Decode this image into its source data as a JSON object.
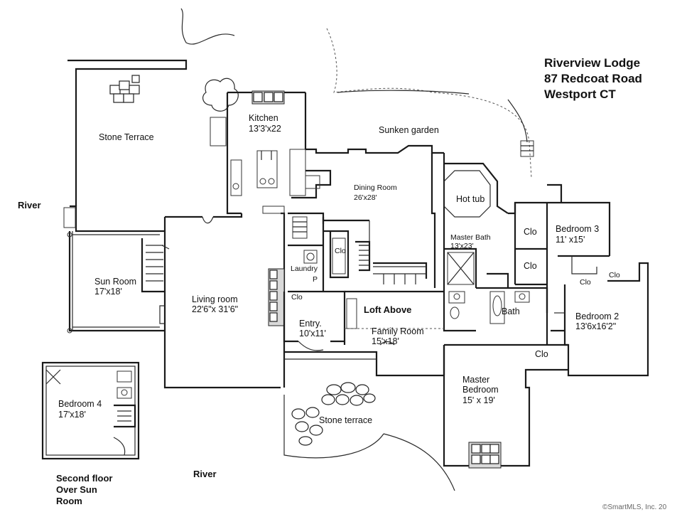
{
  "header": {
    "line1": "Riverview Lodge",
    "line2": "87 Redcoat Road",
    "line3": "Westport CT"
  },
  "outdoor": {
    "stone_terrace": "Stone Terrace",
    "sunken_garden": "Sunken garden",
    "stone_terrace_lower": "Stone terrace",
    "river_left": "River",
    "river_bottom": "River"
  },
  "rooms": {
    "kitchen": {
      "name": "Kitchen",
      "dims": "13'3'x22"
    },
    "dining": {
      "name": "Dining Room",
      "dims": "26'x28'"
    },
    "hot_tub": {
      "name": "Hot tub"
    },
    "master_bath": {
      "name": "Master Bath",
      "dims": "13'x23'"
    },
    "sun_room": {
      "name": "Sun Room",
      "dims": "17'x18'"
    },
    "living": {
      "name": "Living room",
      "dims": "22'6\"x 31'6\""
    },
    "laundry": {
      "name": "Laundry"
    },
    "entry": {
      "name": "Entry.",
      "dims": "10'x11'"
    },
    "loft_above": {
      "name": "Loft Above"
    },
    "family": {
      "name": "Family Room",
      "dims": "15'x18'"
    },
    "bedroom3": {
      "name": "Bedroom 3",
      "dims": "11' x15'"
    },
    "bedroom2": {
      "name": "Bedroom 2",
      "dims": "13'6x16'2\""
    },
    "bath": {
      "name": "Bath"
    },
    "master_bedroom": {
      "name": "Master",
      "name2": "Bedroom",
      "dims": "15' x 19'"
    },
    "bedroom4": {
      "name": "Bedroom 4",
      "dims": "17'x18'"
    }
  },
  "closets": {
    "clo_label": "Clo",
    "laundry_p": "P"
  },
  "inset_caption": {
    "line1": "Second floor",
    "line2": "Over Sun",
    "line3": "Room"
  },
  "copyright": "©SmartMLS, Inc. 20"
}
